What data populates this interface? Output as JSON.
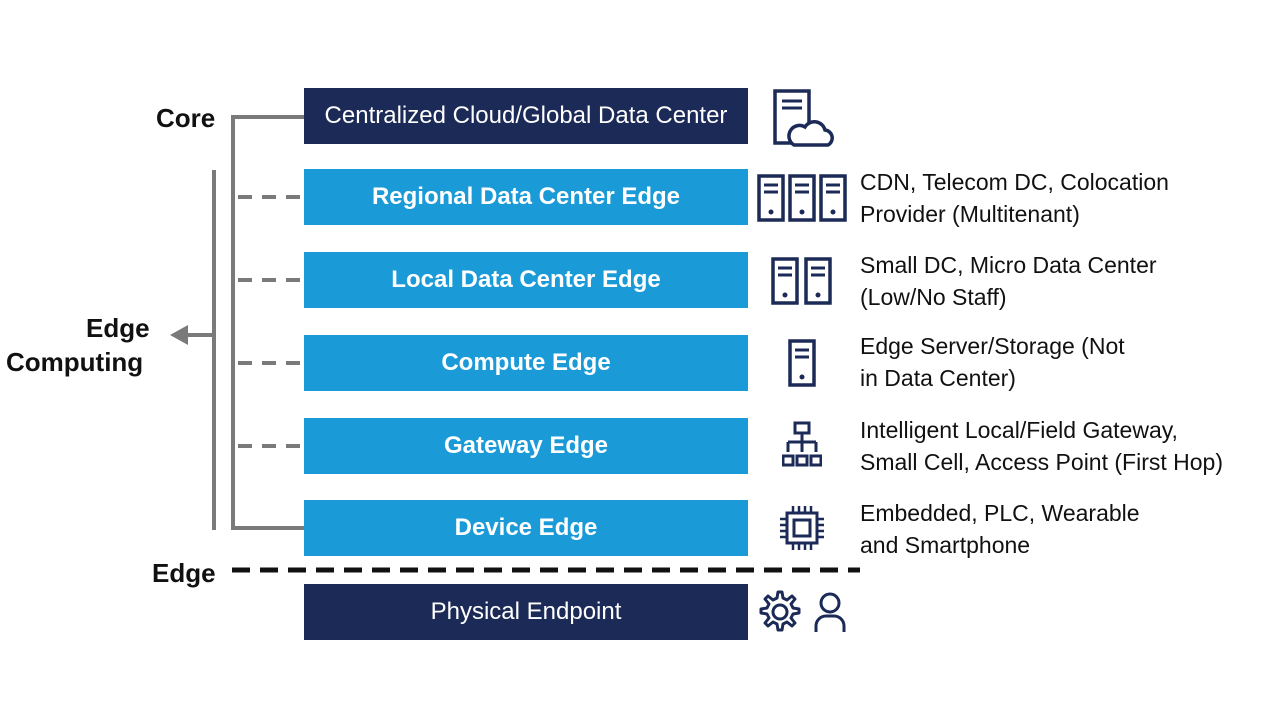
{
  "labels": {
    "core": "Core",
    "edge_computing_line1": "Edge",
    "edge_computing_line2": "Computing",
    "edge": "Edge"
  },
  "layers": [
    {
      "label": "Centralized Cloud/Global Data Center",
      "style": "dark",
      "icon": "server-cloud-icon",
      "desc": []
    },
    {
      "label": "Regional Data Center Edge",
      "style": "light",
      "icon": "three-servers-icon",
      "desc": [
        "CDN, Telecom DC, Colocation",
        "Provider (Multitenant)"
      ]
    },
    {
      "label": "Local Data Center Edge",
      "style": "light",
      "icon": "two-servers-icon",
      "desc": [
        "Small DC, Micro Data Center",
        "(Low/No Staff)"
      ]
    },
    {
      "label": "Compute Edge",
      "style": "light",
      "icon": "single-server-icon",
      "desc": [
        "Edge Server/Storage (Not",
        "in Data Center)"
      ]
    },
    {
      "label": "Gateway Edge",
      "style": "light",
      "icon": "network-hierarchy-icon",
      "desc": [
        "Intelligent Local/Field Gateway,",
        "Small Cell, Access Point (First Hop)"
      ]
    },
    {
      "label": "Device Edge",
      "style": "light",
      "icon": "chip-icon",
      "desc": [
        "Embedded, PLC, Wearable",
        "and Smartphone"
      ]
    },
    {
      "label": "Physical Endpoint",
      "style": "dark",
      "icon": "gear-and-person-icon",
      "desc": []
    }
  ],
  "colors": {
    "dark_navy": "#1c2a57",
    "light_blue": "#1b9ad8",
    "connector_gray": "#7a7a7a",
    "text": "#111111"
  }
}
